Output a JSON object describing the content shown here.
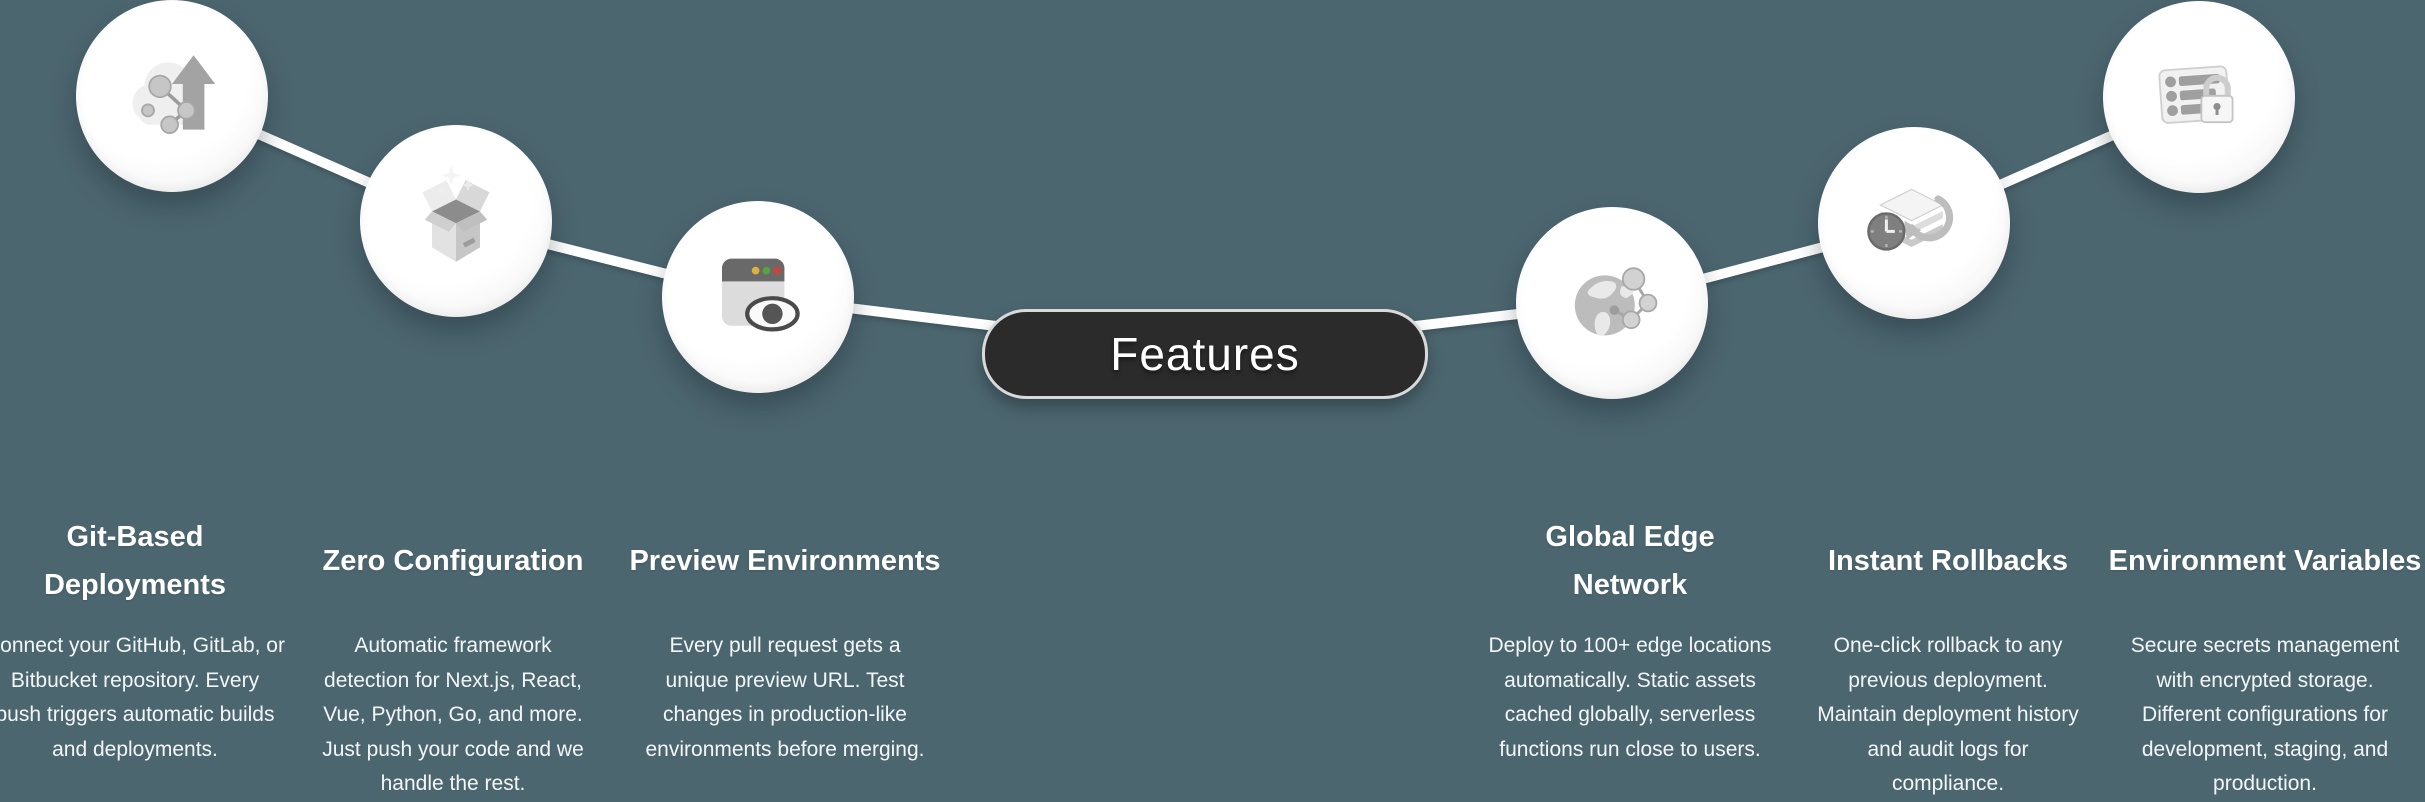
{
  "page": {
    "background_color": "#4C6670",
    "line_color": "#FFFFFF",
    "circle_color": "#FFFFFF"
  },
  "center_label": {
    "text": "Features",
    "bg_color": "#2B2B2B",
    "border_color": "#D9D9D9",
    "text_color": "#FFFFFF"
  },
  "icon_palette": {
    "grays": [
      "#8C8C8C",
      "#9F9F9F",
      "#BDBDBD",
      "#D9D9D9",
      "#F1F1F1"
    ],
    "browser_dot_yellow": "#DDB13C",
    "browser_dot_green": "#56A23E",
    "browser_dot_red": "#CD4338"
  },
  "features": [
    {
      "title": "Git-Based Deployments",
      "title_lines": [
        "Git-Based",
        "Deployments"
      ],
      "description": "Connect your GitHub, GitLab, or Bitbucket repository. Every push triggers automatic builds and deployments.",
      "description_lines": [
        "Connect your GitHub, GitLab, or",
        "Bitbucket repository. Every",
        "push triggers automatic builds",
        "and deployments."
      ],
      "icon": "cloud-upload-network-icon"
    },
    {
      "title": "Zero Configuration",
      "title_lines": [
        "Zero Configuration"
      ],
      "description": "Automatic framework detection for Next.js, React, Vue, Python, Go, and more. Just push your code and we handle the rest.",
      "description_lines": [
        "Automatic framework",
        "detection for Next.js, React,",
        "Vue, Python, Go, and more.",
        "Just push your code and we",
        "handle the rest."
      ],
      "icon": "open-box-sparkles-icon"
    },
    {
      "title": "Preview Environments",
      "title_lines": [
        "Preview Environments"
      ],
      "description": "Every pull request gets a unique preview URL. Test changes in production-like environments before merging.",
      "description_lines": [
        "Every pull request gets a",
        "unique preview URL. Test",
        "changes in production-like",
        "environments before merging."
      ],
      "icon": "browser-preview-eye-icon"
    },
    {
      "title": "Global Edge Network",
      "title_lines": [
        "Global Edge",
        "Network"
      ],
      "description": "Deploy to 100+ edge locations automatically. Static assets cached globally, serverless functions run close to users.",
      "description_lines": [
        "Deploy to 100+ edge locations",
        "automatically. Static assets",
        "cached globally, serverless",
        "functions run close to users."
      ],
      "icon": "globe-network-icon"
    },
    {
      "title": "Instant Rollbacks",
      "title_lines": [
        "Instant Rollbacks"
      ],
      "description": "One-click rollback to any previous deployment. Maintain deployment history and audit logs for compliance.",
      "description_lines": [
        "One-click rollback to any",
        "previous deployment.",
        "Maintain deployment history",
        "and audit logs for",
        "compliance."
      ],
      "icon": "rollback-clock-icon"
    },
    {
      "title": "Environment Variables",
      "title_lines": [
        "Environment Variables"
      ],
      "description": "Secure secrets management with encrypted storage. Different configurations for development, staging, and production.",
      "description_lines": [
        "Secure secrets management",
        "with encrypted storage.",
        "Different configurations for",
        "development, staging, and",
        "production."
      ],
      "icon": "env-list-lock-icon"
    }
  ]
}
